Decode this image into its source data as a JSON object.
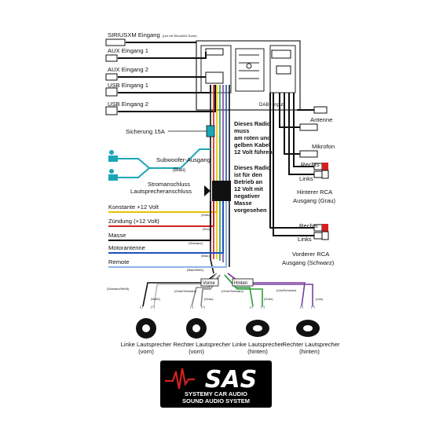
{
  "inputs": {
    "siriusxm": "SIRIUSXM Eingang",
    "siriusxm_note": "(nur mit SiriusXM-Tuner)",
    "aux1": "AUX Eingang 1",
    "aux2": "AUX Eingang 2",
    "usb1": "USB Eingang 1",
    "usb2": "USB Eingang 2"
  },
  "right_side": {
    "dab": "DAB+ Input",
    "antenna": "Antenne",
    "microphone": "Mikrofon",
    "rechts": "Rechts",
    "links": "Links",
    "rear_rca_1": "Hinterer RCA",
    "rear_rca_2": "Ausgang (Grau)",
    "front_rca_1": "Vorderer RCA",
    "front_rca_2": "Ausgang (Schwarz)"
  },
  "fuse": "Sicherung 15A",
  "subwoofer": "Subwoofer-Ausgang",
  "subwoofer_color": "(Blau)",
  "power_1": "Stromanschluss",
  "power_2": "Lautsprecheranschluss",
  "notes": {
    "note1": [
      "Dieses Radio",
      "muss",
      "am roten und",
      "gelben Kabel",
      "12 Volt führen"
    ],
    "note2": [
      "Dieses Radio",
      "ist für den",
      "Betrieb an",
      "12 Volt mit",
      "negativer",
      "Masse",
      "vorgesehen"
    ]
  },
  "wires": [
    {
      "label": "Konstante +12 Volt",
      "color_label": "(Gelb)",
      "color": "#e6c200"
    },
    {
      "label": "Zündung (+12 Volt)",
      "color_label": "(Rot)",
      "color": "#d42020"
    },
    {
      "label": "Masse",
      "color_label": "(Schwarz)",
      "color": "#000000"
    },
    {
      "label": "Motorantenne",
      "color_label": "(Blau)",
      "color": "#1f4fbf"
    },
    {
      "label": "Remote",
      "color_label": "(Blau/Weiß)",
      "color": "#8db4e8"
    }
  ],
  "speaker_groups": {
    "front": "Vorne",
    "rear": "Hinten",
    "ground_label": "(Grün/Schwarz)"
  },
  "speaker_wires": [
    {
      "neg": "(Schwarz/Weiß)",
      "pos": "(Weiß)"
    },
    {
      "neg": "(Grau/Schwarz)",
      "pos": "(Grau)"
    },
    {
      "neg": "",
      "pos": "(Grün)"
    },
    {
      "neg": "(Lila/Schwarz)",
      "pos": "(Lila)"
    }
  ],
  "speakers": [
    {
      "line1": "Linke Lautsprecher",
      "line2": "(vorn)"
    },
    {
      "line1": "Rechter Lautsprecher",
      "line2": "(vorn)"
    },
    {
      "line1": "Linke Lautsprecher",
      "line2": "(hinten)"
    },
    {
      "line1": "Rechter Lautsprecher",
      "line2": "(hinten)"
    }
  ],
  "plus": "(+)",
  "minus": "(-)",
  "logo": {
    "brand": "SAS",
    "line1": "SYSTEMY CAR AUDIO",
    "line2": "SOUND AUDIO SYSTEM"
  },
  "colors": {
    "red": "#d42020",
    "cyan": "#1aa6b7",
    "purple": "#7a3fa0",
    "green": "#2e9e3e"
  }
}
